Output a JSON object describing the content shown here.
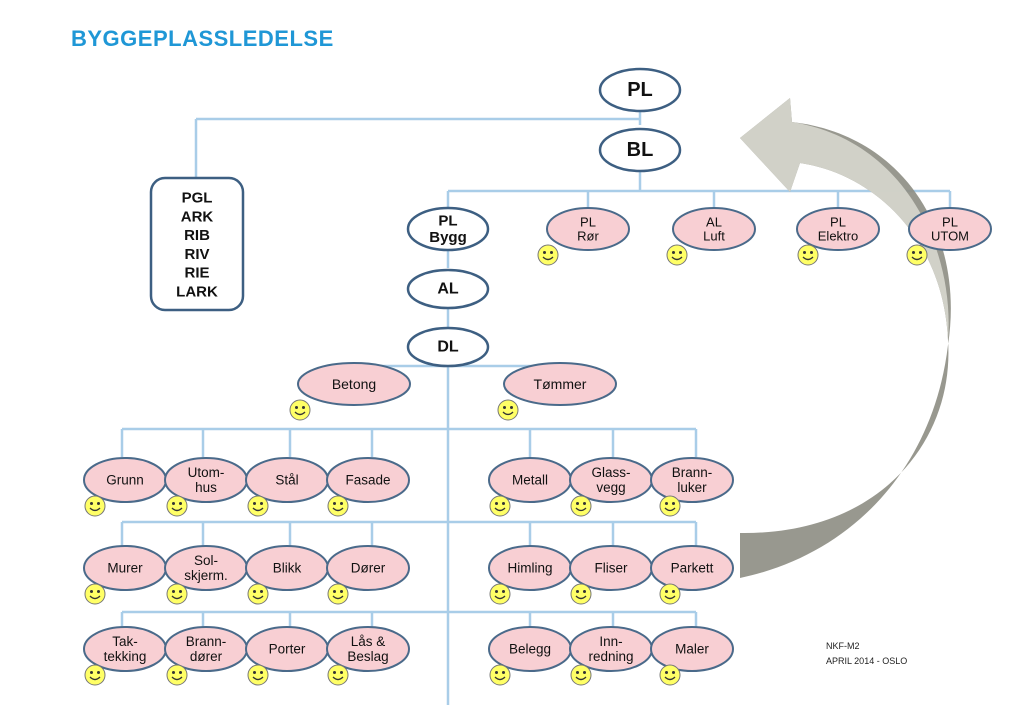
{
  "title": "BYGGEPLASSLEDELSE",
  "footer": {
    "line1": "NKF-M2",
    "line2": "APRIL 2014 - OSLO"
  },
  "colors": {
    "title": "#1f97d6",
    "line": "#a9cde8",
    "node_border": "#3d5f82",
    "trade_fill": "#f8cfd3",
    "trade_border": "#4a6a8a",
    "smiley": "#ffff66",
    "arrow_dark": "#8f8f86",
    "arrow_light": "#d4d4cb"
  },
  "management": {
    "pl": "PL",
    "bl": "BL",
    "pl_bygg": [
      "PL",
      "Bygg"
    ],
    "al": "AL",
    "dl": "DL"
  },
  "consultants": [
    "PGL",
    "ARK",
    "RIB",
    "RIV",
    "RIE",
    "LARK"
  ],
  "subcontract_leaders": [
    {
      "id": "pl-ror",
      "lines": [
        "PL",
        "Rør"
      ],
      "smiley": true
    },
    {
      "id": "al-luft",
      "lines": [
        "AL",
        "Luft"
      ],
      "smiley": true
    },
    {
      "id": "pl-elektro",
      "lines": [
        "PL",
        "Elektro"
      ],
      "smiley": true
    },
    {
      "id": "pl-utom",
      "lines": [
        "PL",
        "UTOM"
      ],
      "smiley": true
    }
  ],
  "mid_level": [
    {
      "id": "betong",
      "lines": [
        "Betong"
      ],
      "smiley": true
    },
    {
      "id": "tommer",
      "lines": [
        "Tømmer"
      ],
      "smiley": true
    }
  ],
  "trades_rows": [
    [
      {
        "id": "grunn",
        "lines": [
          "Grunn"
        ]
      },
      {
        "id": "utomhus",
        "lines": [
          "Utom-",
          "hus"
        ]
      },
      {
        "id": "stal",
        "lines": [
          "Stål"
        ]
      },
      {
        "id": "fasade",
        "lines": [
          "Fasade"
        ]
      },
      {
        "id": "metall",
        "lines": [
          "Metall"
        ]
      },
      {
        "id": "glassvegg",
        "lines": [
          "Glass-",
          "vegg"
        ]
      },
      {
        "id": "brannluker",
        "lines": [
          "Brann-",
          "luker"
        ]
      }
    ],
    [
      {
        "id": "murer",
        "lines": [
          "Murer"
        ]
      },
      {
        "id": "solskjerm",
        "lines": [
          "Sol-",
          "skjerm."
        ]
      },
      {
        "id": "blikk",
        "lines": [
          "Blikk"
        ]
      },
      {
        "id": "dorer",
        "lines": [
          "Dører"
        ]
      },
      {
        "id": "himling",
        "lines": [
          "Himling"
        ]
      },
      {
        "id": "fliser",
        "lines": [
          "Fliser"
        ]
      },
      {
        "id": "parkett",
        "lines": [
          "Parkett"
        ]
      }
    ],
    [
      {
        "id": "taktekking",
        "lines": [
          "Tak-",
          "tekking"
        ]
      },
      {
        "id": "branndorer",
        "lines": [
          "Brann-",
          "dører"
        ]
      },
      {
        "id": "porter",
        "lines": [
          "Porter"
        ]
      },
      {
        "id": "las-beslag",
        "lines": [
          "Lås &",
          "Beslag"
        ]
      },
      {
        "id": "belegg",
        "lines": [
          "Belegg"
        ]
      },
      {
        "id": "innredning",
        "lines": [
          "Inn-",
          "redning"
        ]
      },
      {
        "id": "maler",
        "lines": [
          "Maler"
        ]
      }
    ]
  ]
}
